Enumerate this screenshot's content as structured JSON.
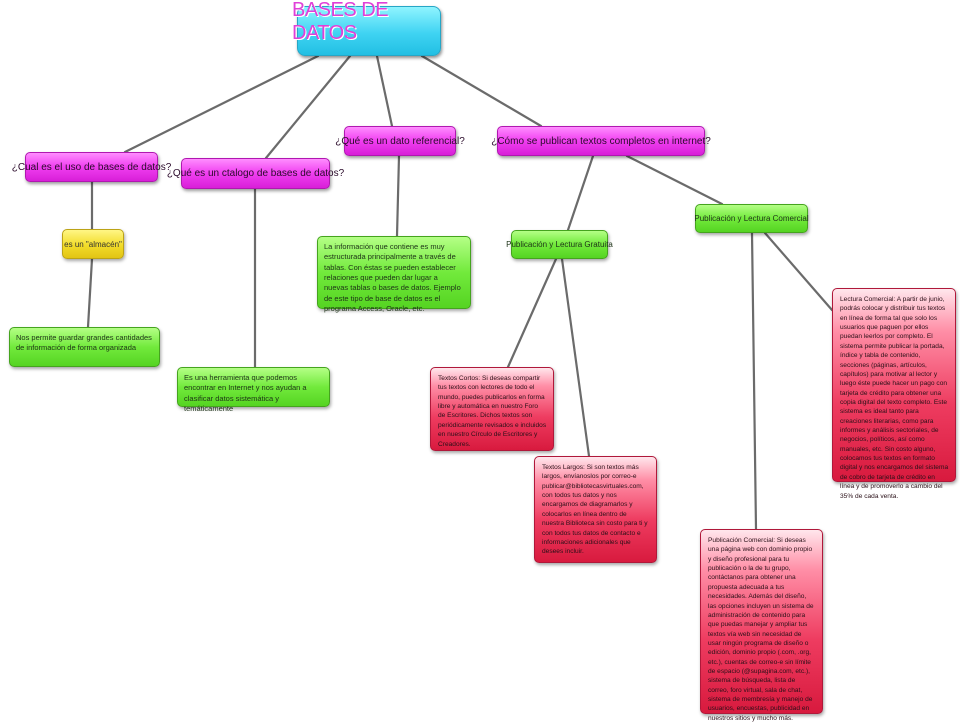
{
  "root": {
    "title": "BASES DE DATOS"
  },
  "questions": {
    "uso": "¿Cual  es el uso de bases de datos?",
    "catalogo": "¿Qué es un ctalogo de bases de datos?",
    "referencial": "¿Qué es un dato referencial?",
    "publican": "¿Cómo se publican textos completos en internet?"
  },
  "answers": {
    "almacen": "es un \"almacén\"",
    "uso_detalle": "Nos permite guardar grandes cantidades de información de forma organizada",
    "catalogo_detalle": "Es una herramienta que podemos encontrar en Internet y nos ayudan a clasificar datos sistemática y temáticamente",
    "referencial_detalle": "La información que contiene es muy estructurada principalmente a través de tablas. Con éstas se pueden establecer relaciones que pueden dar lugar a nuevas tablas o bases de datos. Ejemplo de este tipo de base de datos es el programa Access, Oracle, etc."
  },
  "publicacion": {
    "gratuita": "Publicación y Lectura Gratuita",
    "comercial": "Publicación y Lectura Comercial",
    "textos_cortos": "Textos Cortos: Si deseas compartir tus textos con lectores de todo el mundo, puedes publicarlos en forma libre y automática en nuestro Foro de Escritores. Dichos textos son periódicamente revisados e incluidos en nuestro Círculo de Escritores y Creadores.",
    "textos_largos": "Textos Largos: Si son textos más largos, envíanoslos por correo-e publicar@bibliotecasvirtuales.com, con todos tus datos y nos encargamos de diagramarlos y colocarlos en línea dentro de nuestra Biblioteca sin costo para ti y con todos tus datos de contacto e informaciones adicionales que desees incluir.",
    "lectura_comercial": "Lectura Comercial: A partir de junio, podrás colocar y distribuir tus textos en línea de forma tal que solo los usuarios que paguen por ellos puedan leerlos por completo. El sistema permite publicar la portada, índice y tabla de contenido, secciones (páginas, artículos, capítulos) para motivar al lector y luego éste puede hacer un pago con tarjeta de crédito para obtener una copia digital del texto completo. Este sistema es ideal tanto para creaciones literarias, como para informes y análisis sectoriales, de negocios, políticos, así como manuales, etc. Sin costo alguno, colocamos tus textos en formato digital y nos encargamos del sistema de cobro de tarjeta de crédito en línea y de promoverlo a cambio del 35% de cada venta.",
    "publicacion_comercial": "Publicación Comercial: Si deseas una página web con dominio propio y diseño profesional para tu publicación o la de tu grupo, contáctanos para obtener una propuesta adecuada a tus necesidades. Además del diseño, las opciones incluyen un sistema de administración de contenido para que puedas manejar y ampliar tus textos vía web sin necesidad de usar ningún programa de diseño o edición, dominio propio (.com, .org, etc.), cuentas de correo-e sin límite de espacio (@supagina.com, etc.), sistema de búsqueda, lista de correo, foro virtual, sala de chat, sistema de membresía y manejo de usuarios, encuestas, publicidad en nuestros sitios y mucho más."
  },
  "colors": {
    "root": "#3fd3f2",
    "root_text": "#e040d8",
    "question": "#f03ef0",
    "yellow": "#f2dc2a",
    "green": "#72ea3c",
    "red": "#ee3c60",
    "connector": "#6b6b6b"
  }
}
